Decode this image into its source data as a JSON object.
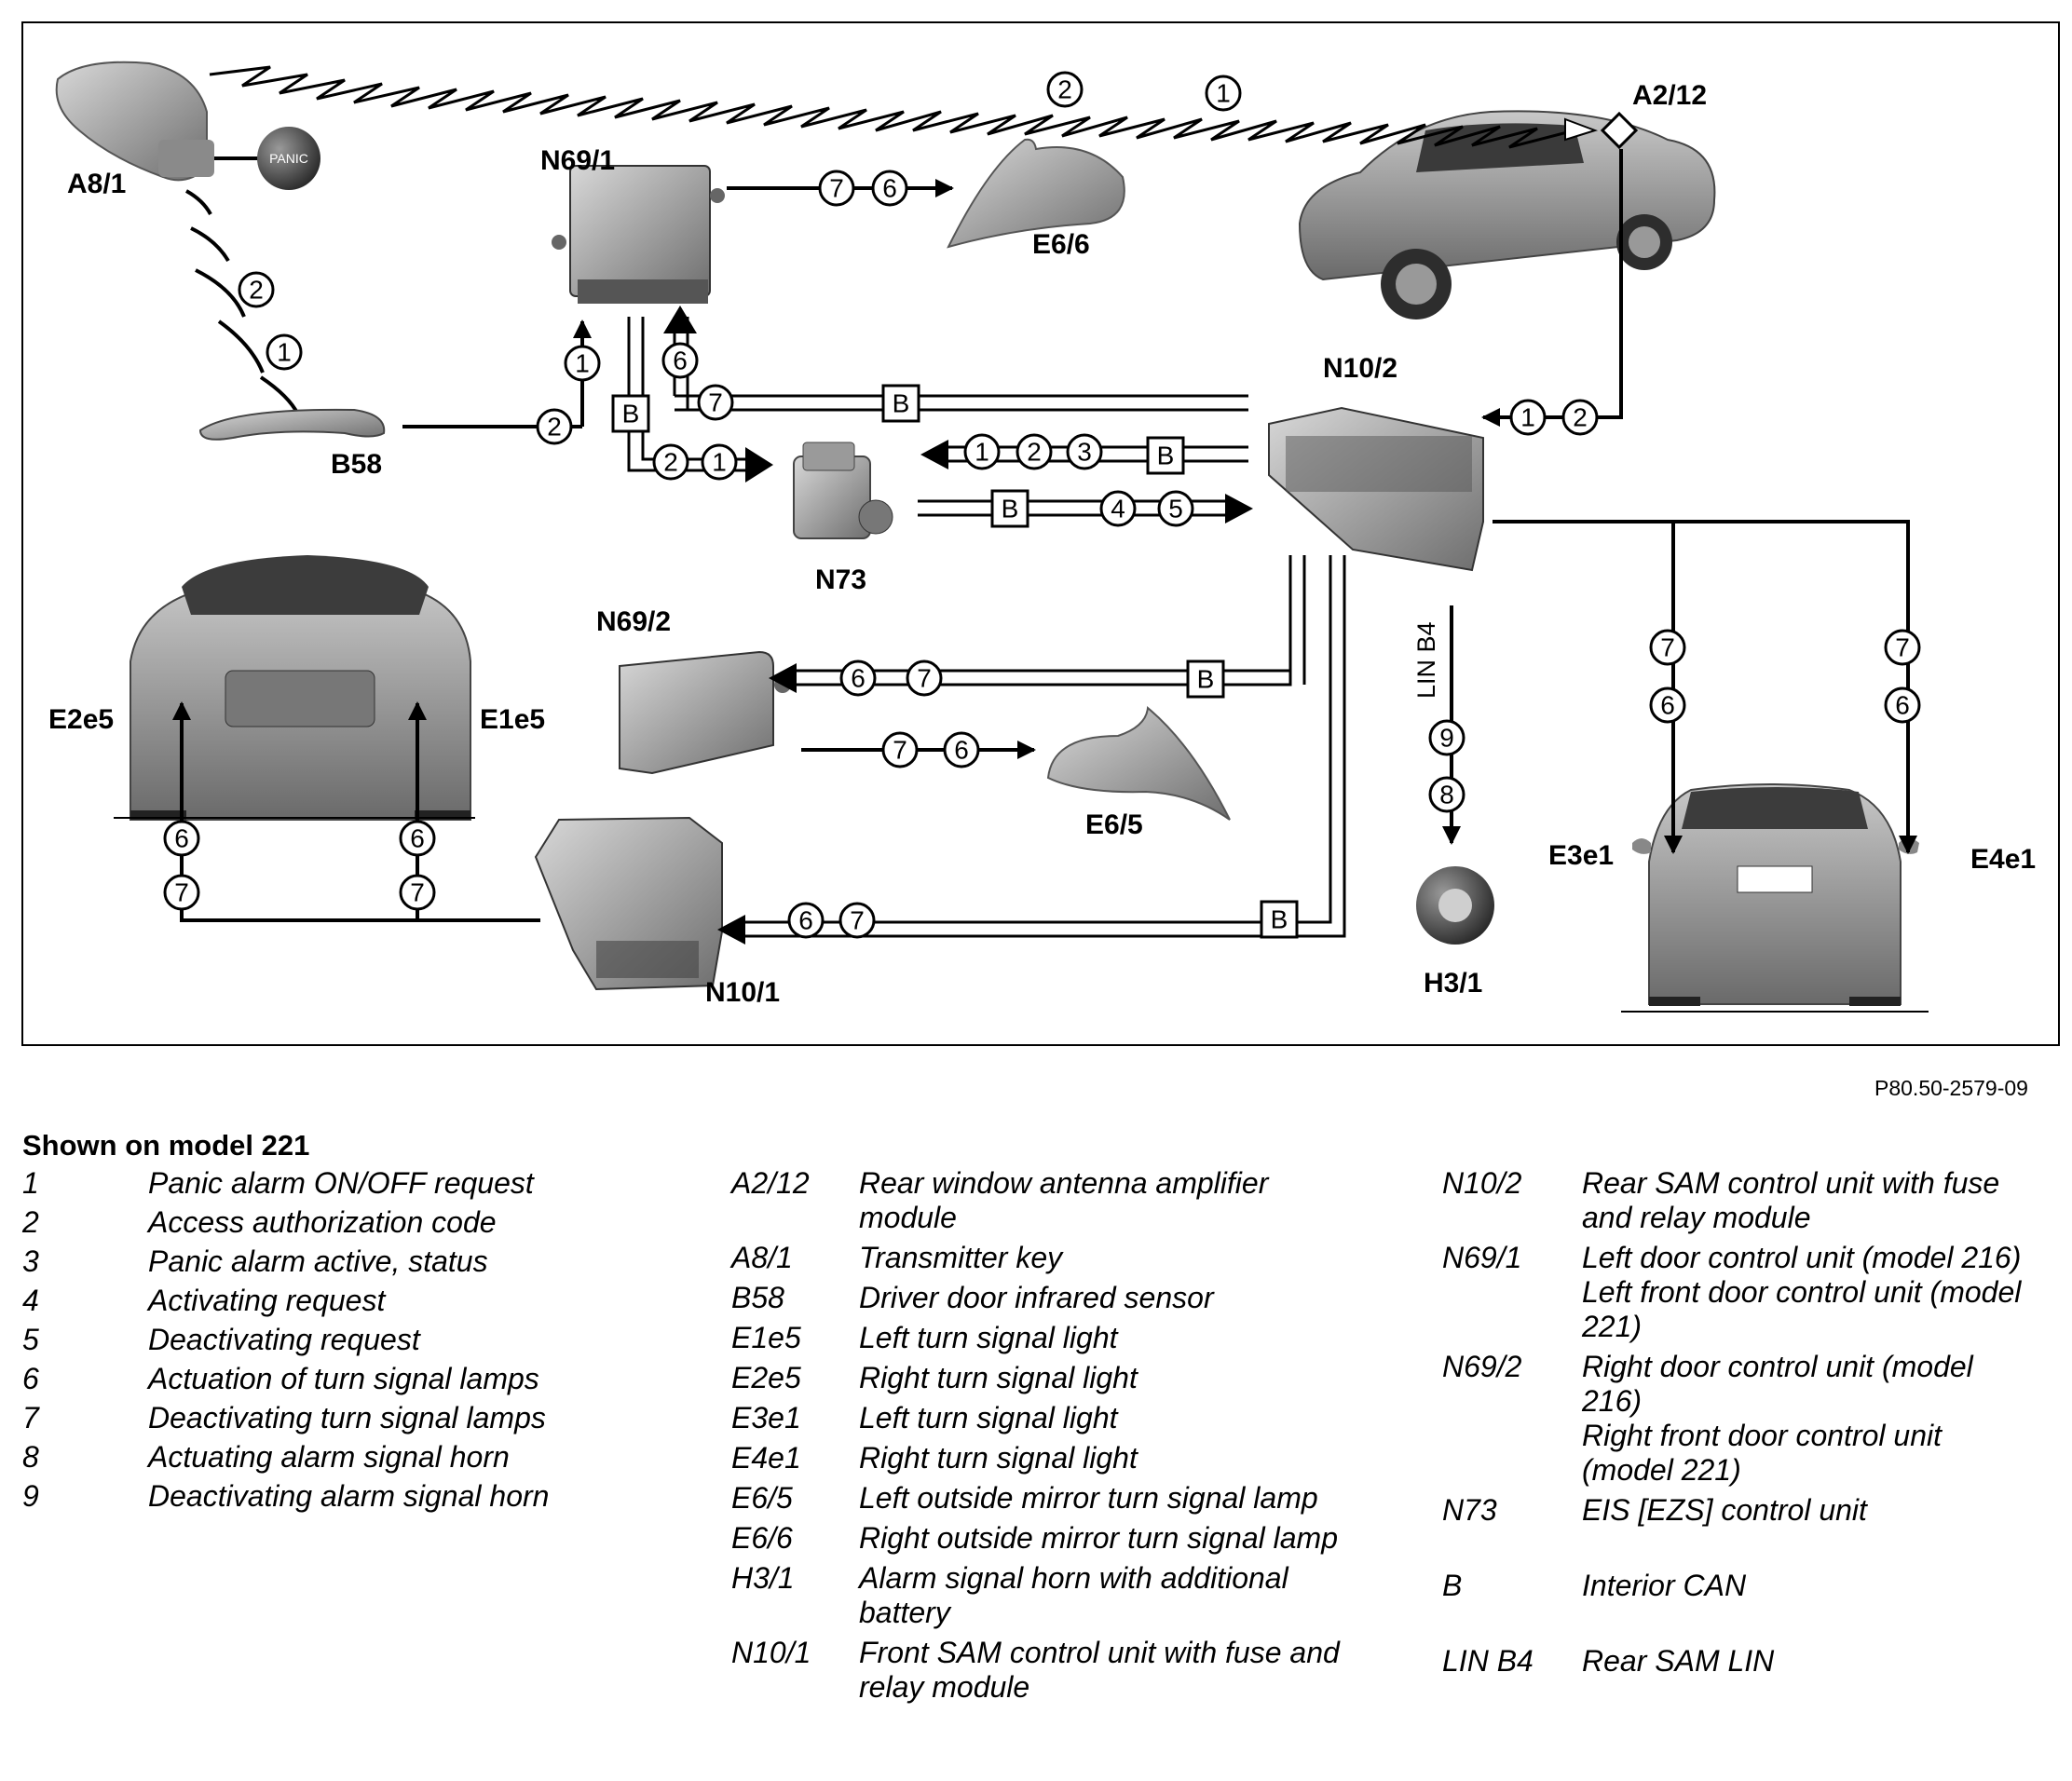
{
  "diagram": {
    "components": {
      "a8_1": "A8/1",
      "panic_button": "PANIC",
      "n69_1": "N69/1",
      "e6_6": "E6/6",
      "a2_12": "A2/12",
      "b58": "B58",
      "n10_2": "N10/2",
      "n73": "N73",
      "n69_2": "N69/2",
      "e2e5": "E2e5",
      "e1e5": "E1e5",
      "e6_5": "E6/5",
      "lin_b4": "LIN B4",
      "h3_1": "H3/1",
      "n10_1": "N10/1",
      "e3e1": "E3e1",
      "e4e1": "E4e1"
    },
    "bus_label": "B",
    "signal_numbers": [
      "1",
      "2",
      "3",
      "4",
      "5",
      "6",
      "7",
      "8",
      "9"
    ]
  },
  "figure_ref": "P80.50-2579-09",
  "legend": {
    "title": "Shown on model 221",
    "signals": [
      {
        "code": "1",
        "desc": "Panic alarm ON/OFF request"
      },
      {
        "code": "2",
        "desc": "Access authorization code"
      },
      {
        "code": "3",
        "desc": "Panic alarm active, status"
      },
      {
        "code": "4",
        "desc": "Activating request"
      },
      {
        "code": "5",
        "desc": "Deactivating request"
      },
      {
        "code": "6",
        "desc": "Actuation of turn signal lamps"
      },
      {
        "code": "7",
        "desc": "Deactivating turn signal lamps"
      },
      {
        "code": "8",
        "desc": "Actuating alarm signal horn"
      },
      {
        "code": "9",
        "desc": "Deactivating alarm signal horn"
      }
    ],
    "components_a": [
      {
        "code": "A2/12",
        "desc": "Rear window antenna amplifier module"
      },
      {
        "code": "A8/1",
        "desc": "Transmitter key"
      },
      {
        "code": "B58",
        "desc": "Driver door infrared sensor"
      },
      {
        "code": "E1e5",
        "desc": "Left turn signal light"
      },
      {
        "code": "E2e5",
        "desc": "Right turn signal light"
      },
      {
        "code": "E3e1",
        "desc": "Left turn signal light"
      },
      {
        "code": "E4e1",
        "desc": "Right turn signal light"
      },
      {
        "code": "E6/5",
        "desc": "Left outside mirror turn signal lamp"
      },
      {
        "code": "E6/6",
        "desc": "Right outside mirror turn signal lamp"
      },
      {
        "code": "H3/1",
        "desc": "Alarm signal horn with additional battery"
      },
      {
        "code": "N10/1",
        "desc": "Front SAM control unit with fuse and relay module"
      }
    ],
    "components_b": [
      {
        "code": "N10/2",
        "desc": "Rear SAM control unit with fuse and relay module",
        "extra": ""
      },
      {
        "code": "N69/1",
        "desc": "Left door control unit (model 216)",
        "extra": "Left front door control unit (model 221)"
      },
      {
        "code": "N69/2",
        "desc": "Right door control unit (model 216)",
        "extra": "Right front door control unit (model 221)"
      },
      {
        "code": "N73",
        "desc": "EIS [EZS] control unit",
        "extra": ""
      },
      {
        "code": "B",
        "desc": "Interior CAN",
        "extra": ""
      },
      {
        "code": "LIN B4",
        "desc": "Rear SAM LIN",
        "extra": ""
      }
    ]
  }
}
